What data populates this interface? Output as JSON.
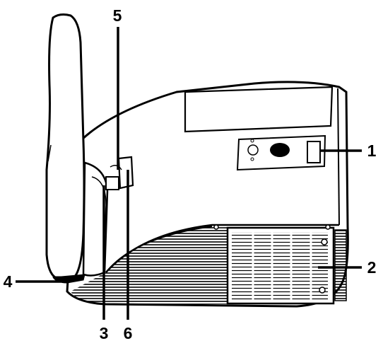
{
  "callouts": [
    {
      "id": 1,
      "label": "1"
    },
    {
      "id": 2,
      "label": "2"
    },
    {
      "id": 3,
      "label": "3"
    },
    {
      "id": 4,
      "label": "4"
    },
    {
      "id": 5,
      "label": "5"
    },
    {
      "id": 6,
      "label": "6"
    }
  ],
  "colors": {
    "line": "#000000",
    "fill": "#ffffff"
  }
}
